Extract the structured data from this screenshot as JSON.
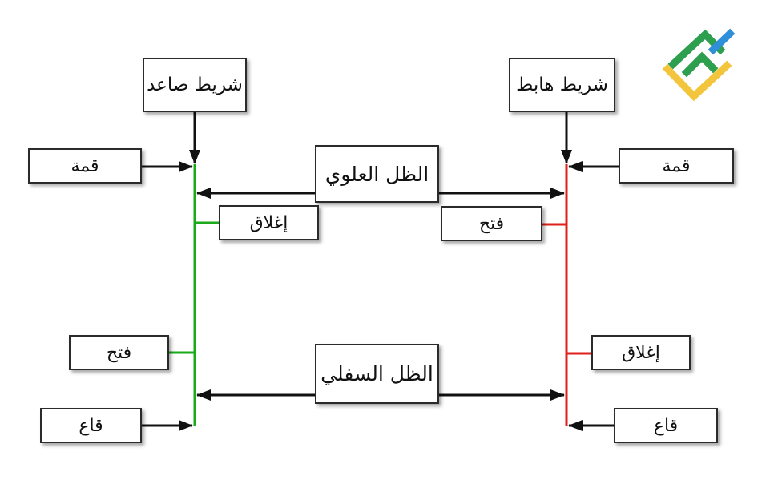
{
  "colors": {
    "bullish": "#1aaa1a",
    "bearish": "#e0201a",
    "arrow": "#111111",
    "logo_green": "#2e9e4f",
    "logo_yellow": "#f2c53d",
    "logo_blue": "#2f8fd8"
  },
  "bullish_bar": {
    "title": "شريط صاعد",
    "high": "قمة",
    "close": "إغلاق",
    "open": "فتح",
    "low": "قاع"
  },
  "bearish_bar": {
    "title": "شريط هابط",
    "high": "قمة",
    "open": "فتح",
    "close": "إغلاق",
    "low": "قاع"
  },
  "upper_shadow": "الظل العلوي",
  "lower_shadow": "الظل السفلي",
  "logo_icon": "brand-logo-icon"
}
